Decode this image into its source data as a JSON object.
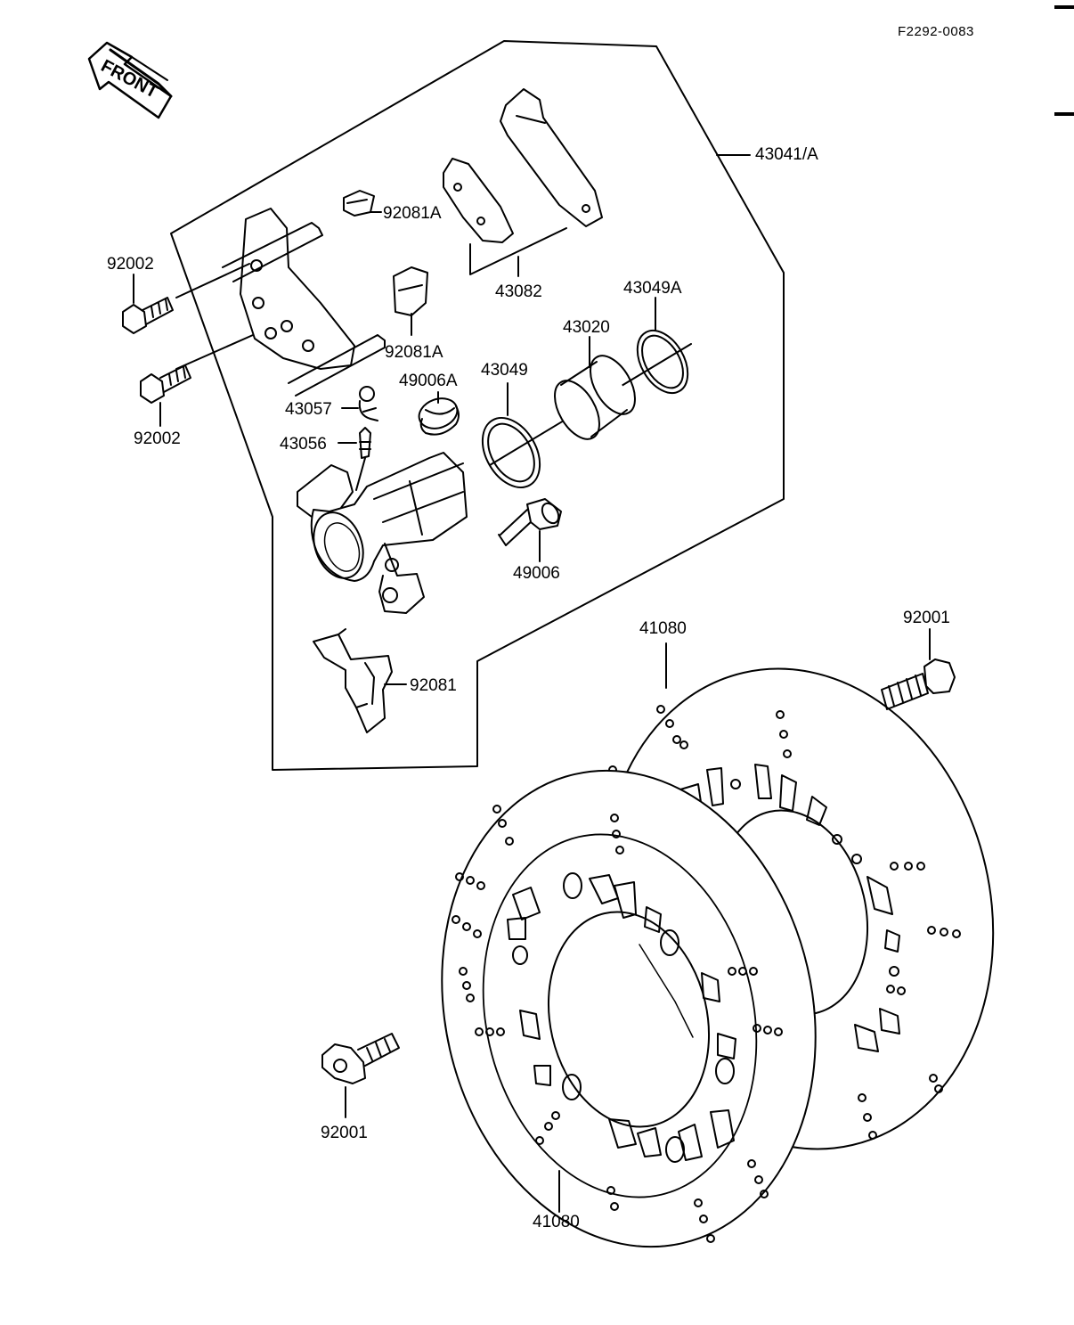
{
  "figure_code": "F2292-0083",
  "front_label": "FRONT",
  "parts": {
    "caliper_assy": "43041/A",
    "pad_spring_upper": "92081A",
    "pad_spring_lower": "92081A",
    "pad_set": "43082",
    "piston_seal_dust": "43049A",
    "piston": "43020",
    "piston_seal": "43049",
    "bleed_cap": "49006A",
    "screw_cap": "43057",
    "bleed_valve": "43056",
    "bolt_upper": "92002",
    "bolt_lower": "92002",
    "holder_bolt": "49006",
    "disc_back": "41080",
    "disc_front": "41080",
    "disc_bolt_right": "92001",
    "disc_bolt_left": "92001",
    "anti_rattle_spring": "92081"
  }
}
